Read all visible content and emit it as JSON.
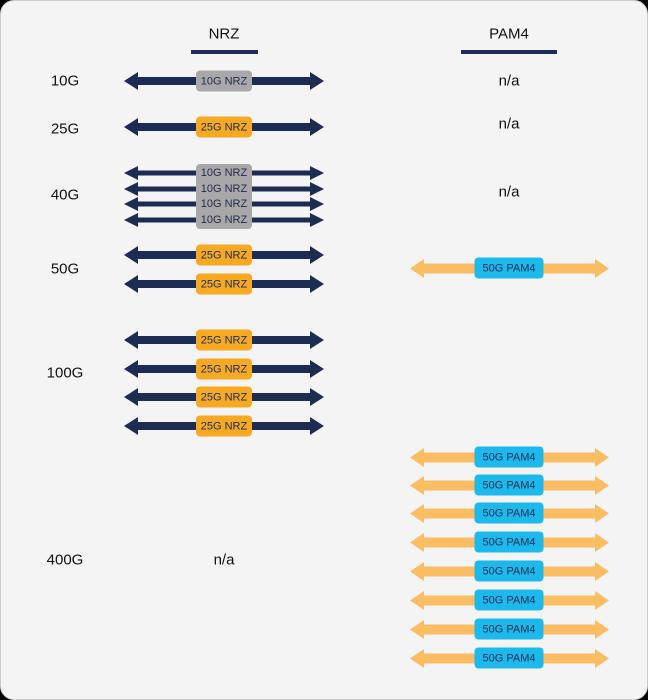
{
  "headers": {
    "nrz": "NRZ",
    "pam4": "PAM4"
  },
  "rows": [
    {
      "speed": "10G",
      "nrz": [
        "10G NRZ"
      ],
      "pam4": "n/a"
    },
    {
      "speed": "25G",
      "nrz": [
        "25G NRZ"
      ],
      "pam4": "n/a"
    },
    {
      "speed": "40G",
      "nrz": [
        "10G NRZ",
        "10G NRZ",
        "10G NRZ",
        "10G NRZ"
      ],
      "pam4": "n/a"
    },
    {
      "speed": "50G",
      "nrz": [
        "25G NRZ",
        "25G NRZ"
      ],
      "pam4": [
        "50G PAM4"
      ]
    },
    {
      "speed": "100G",
      "nrz": [
        "25G NRZ",
        "25G NRZ",
        "25G NRZ",
        "25G NRZ"
      ],
      "pam4": []
    },
    {
      "speed": "400G",
      "nrz": "n/a",
      "pam4": [
        "50G PAM4",
        "50G PAM4",
        "50G PAM4",
        "50G PAM4",
        "50G PAM4",
        "50G PAM4",
        "50G PAM4",
        "50G PAM4"
      ]
    }
  ],
  "colors": {
    "nrz_arrow": "#1c2c52",
    "pam4_arrow": "#fbbd63",
    "label_10g": "#a8a8a8",
    "label_25g": "#f8a924",
    "label_pam4": "#1bb9ec"
  }
}
